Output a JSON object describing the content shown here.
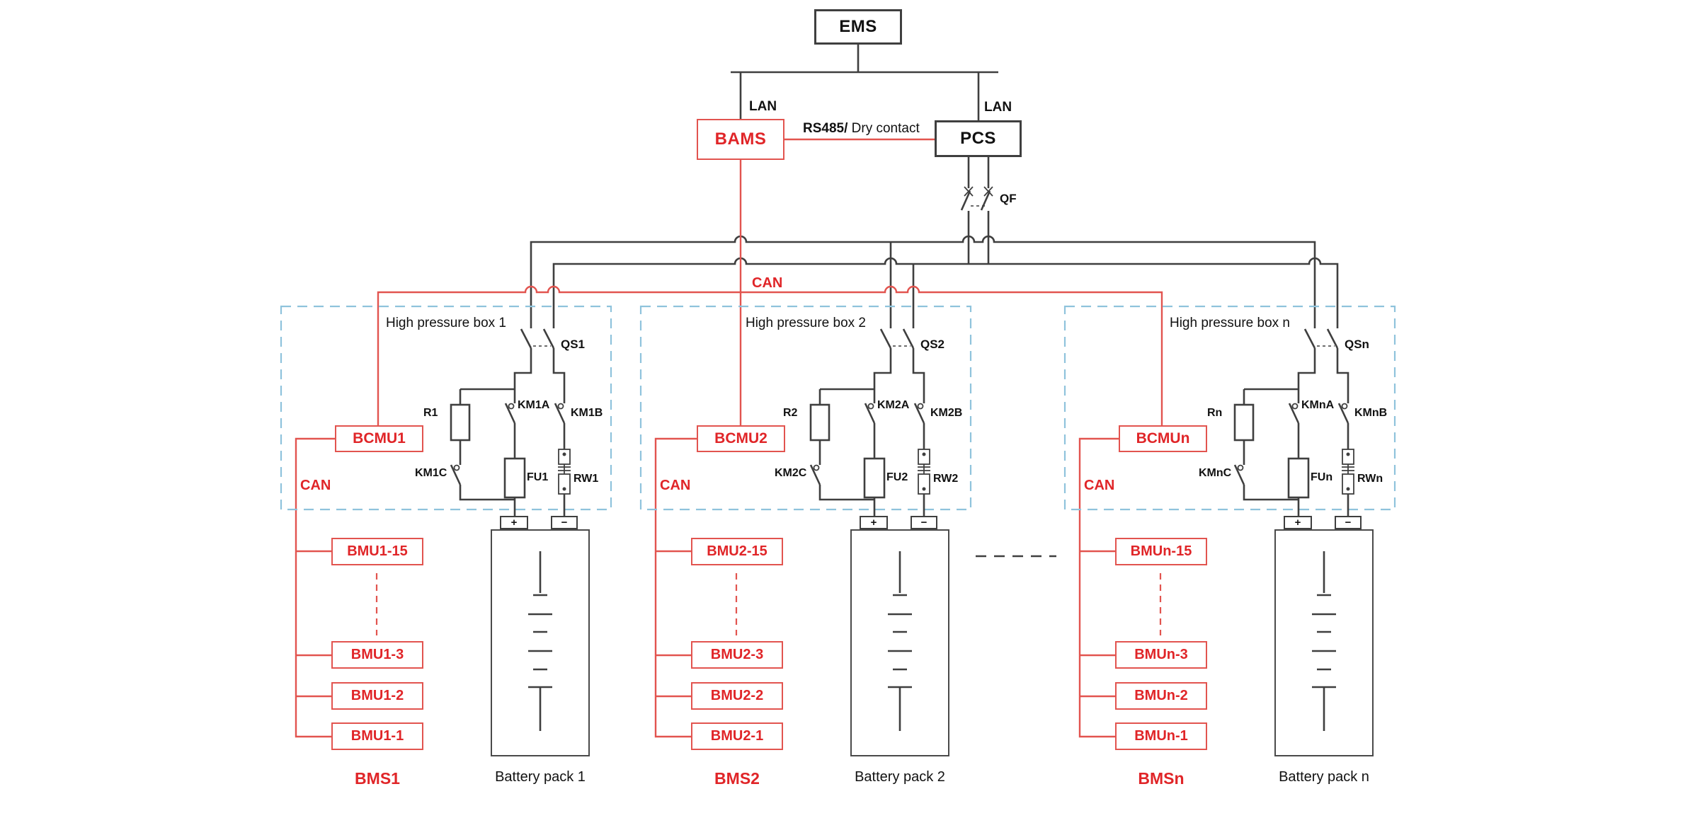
{
  "header": {
    "ems": "EMS",
    "bams": "BAMS",
    "pcs": "PCS",
    "lan_left": "LAN",
    "lan_right": "LAN",
    "rs485": "RS485/",
    "dry_contact": "Dry contact",
    "qf": "QF",
    "can_bus": "CAN"
  },
  "battery_plus": "+",
  "battery_minus": "−",
  "colors": {
    "accent_red": "#e02528",
    "line_red": "#e2544f",
    "dashed_box_blue": "#8fc3dc",
    "wire_dark": "#3f3f3f"
  },
  "sections": [
    {
      "hp_box": "High pressure box 1",
      "bcmu": "BCMU1",
      "can": "CAN",
      "qs": "QS1",
      "km_a": "KM1A",
      "km_b": "KM1B",
      "km_c": "KM1C",
      "r": "R1",
      "fu": "FU1",
      "rw": "RW1",
      "bmu_15": "BMU1-15",
      "bmu_3": "BMU1-3",
      "bmu_2": "BMU1-2",
      "bmu_1": "BMU1-1",
      "bms": "BMS1",
      "battery": "Battery pack 1"
    },
    {
      "hp_box": "High pressure box 2",
      "bcmu": "BCMU2",
      "can": "CAN",
      "qs": "QS2",
      "km_a": "KM2A",
      "km_b": "KM2B",
      "km_c": "KM2C",
      "r": "R2",
      "fu": "FU2",
      "rw": "RW2",
      "bmu_15": "BMU2-15",
      "bmu_3": "BMU2-3",
      "bmu_2": "BMU2-2",
      "bmu_1": "BMU2-1",
      "bms": "BMS2",
      "battery": "Battery pack 2"
    },
    {
      "hp_box": "High pressure box n",
      "bcmu": "BCMUn",
      "can": "CAN",
      "qs": "QSn",
      "km_a": "KMnA",
      "km_b": "KMnB",
      "km_c": "KMnC",
      "r": "Rn",
      "fu": "FUn",
      "rw": "RWn",
      "bmu_15": "BMUn-15",
      "bmu_3": "BMUn-3",
      "bmu_2": "BMUn-2",
      "bmu_1": "BMUn-1",
      "bms": "BMSn",
      "battery": "Battery pack n"
    }
  ]
}
